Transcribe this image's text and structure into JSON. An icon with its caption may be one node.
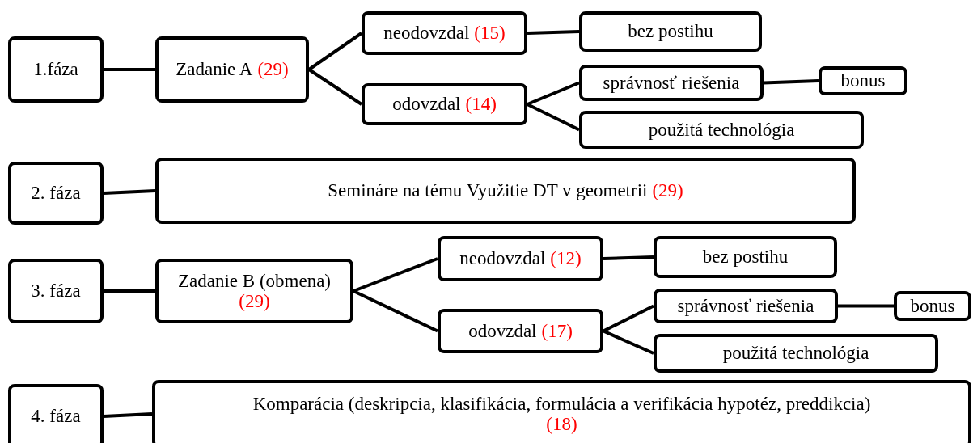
{
  "diagram": {
    "nodes": [
      {
        "text": [
          "1.fáza"
        ]
      },
      {
        "text": [
          "Zadanie A",
          "(29)"
        ]
      },
      {
        "text": [
          "neodovzdal",
          "(15)"
        ]
      },
      {
        "text": [
          "odovzdal",
          "(14)"
        ]
      },
      {
        "text": [
          "bez postihu"
        ]
      },
      {
        "text": [
          "správnosť riešenia"
        ]
      },
      {
        "text": [
          "bonus"
        ]
      },
      {
        "text": [
          "použitá technológia"
        ]
      },
      {
        "text": [
          "2. fáza"
        ]
      },
      {
        "text": [
          "Semináre na tému Využitie DT v geometrii",
          "(29)"
        ]
      },
      {
        "text": [
          "3. fáza"
        ]
      },
      {
        "text": [
          "Zadanie B (obmena)",
          "(29)"
        ]
      },
      {
        "text": [
          "neodovzdal",
          "(12)"
        ]
      },
      {
        "text": [
          "odovzdal",
          "(17)"
        ]
      },
      {
        "text": [
          "bez postihu"
        ]
      },
      {
        "text": [
          "správnosť riešenia"
        ]
      },
      {
        "text": [
          "bonus"
        ]
      },
      {
        "text": [
          "použitá technológia"
        ]
      },
      {
        "text": [
          "4. fáza"
        ]
      },
      {
        "text": [
          "Komparácia (deskripcia, klasifikácia, formulácia a verifikácia hypotéz, preddikcia)",
          "(18)"
        ]
      }
    ],
    "edges": [
      {
        "from": 0,
        "to": 1,
        "arrow": "none"
      },
      {
        "from": 1,
        "to": 2,
        "arrow": "none"
      },
      {
        "from": 1,
        "to": 3,
        "arrow": "none"
      },
      {
        "from": 2,
        "to": 4,
        "arrow": "none"
      },
      {
        "from": 3,
        "to": 5,
        "arrow": "none"
      },
      {
        "from": 3,
        "to": 7,
        "arrow": "none"
      },
      {
        "from": 5,
        "to": 6,
        "arrow": "none"
      },
      {
        "from": 8,
        "to": 9,
        "arrow": "none"
      },
      {
        "from": 10,
        "to": 11,
        "arrow": "none"
      },
      {
        "from": 11,
        "to": 12,
        "arrow": "none"
      },
      {
        "from": 11,
        "to": 13,
        "arrow": "none"
      },
      {
        "from": 12,
        "to": 14,
        "arrow": "none"
      },
      {
        "from": 13,
        "to": 15,
        "arrow": "none"
      },
      {
        "from": 13,
        "to": 17,
        "arrow": "none"
      },
      {
        "from": 15,
        "to": 16,
        "arrow": "none"
      },
      {
        "from": 18,
        "to": 19,
        "arrow": "none"
      }
    ]
  }
}
